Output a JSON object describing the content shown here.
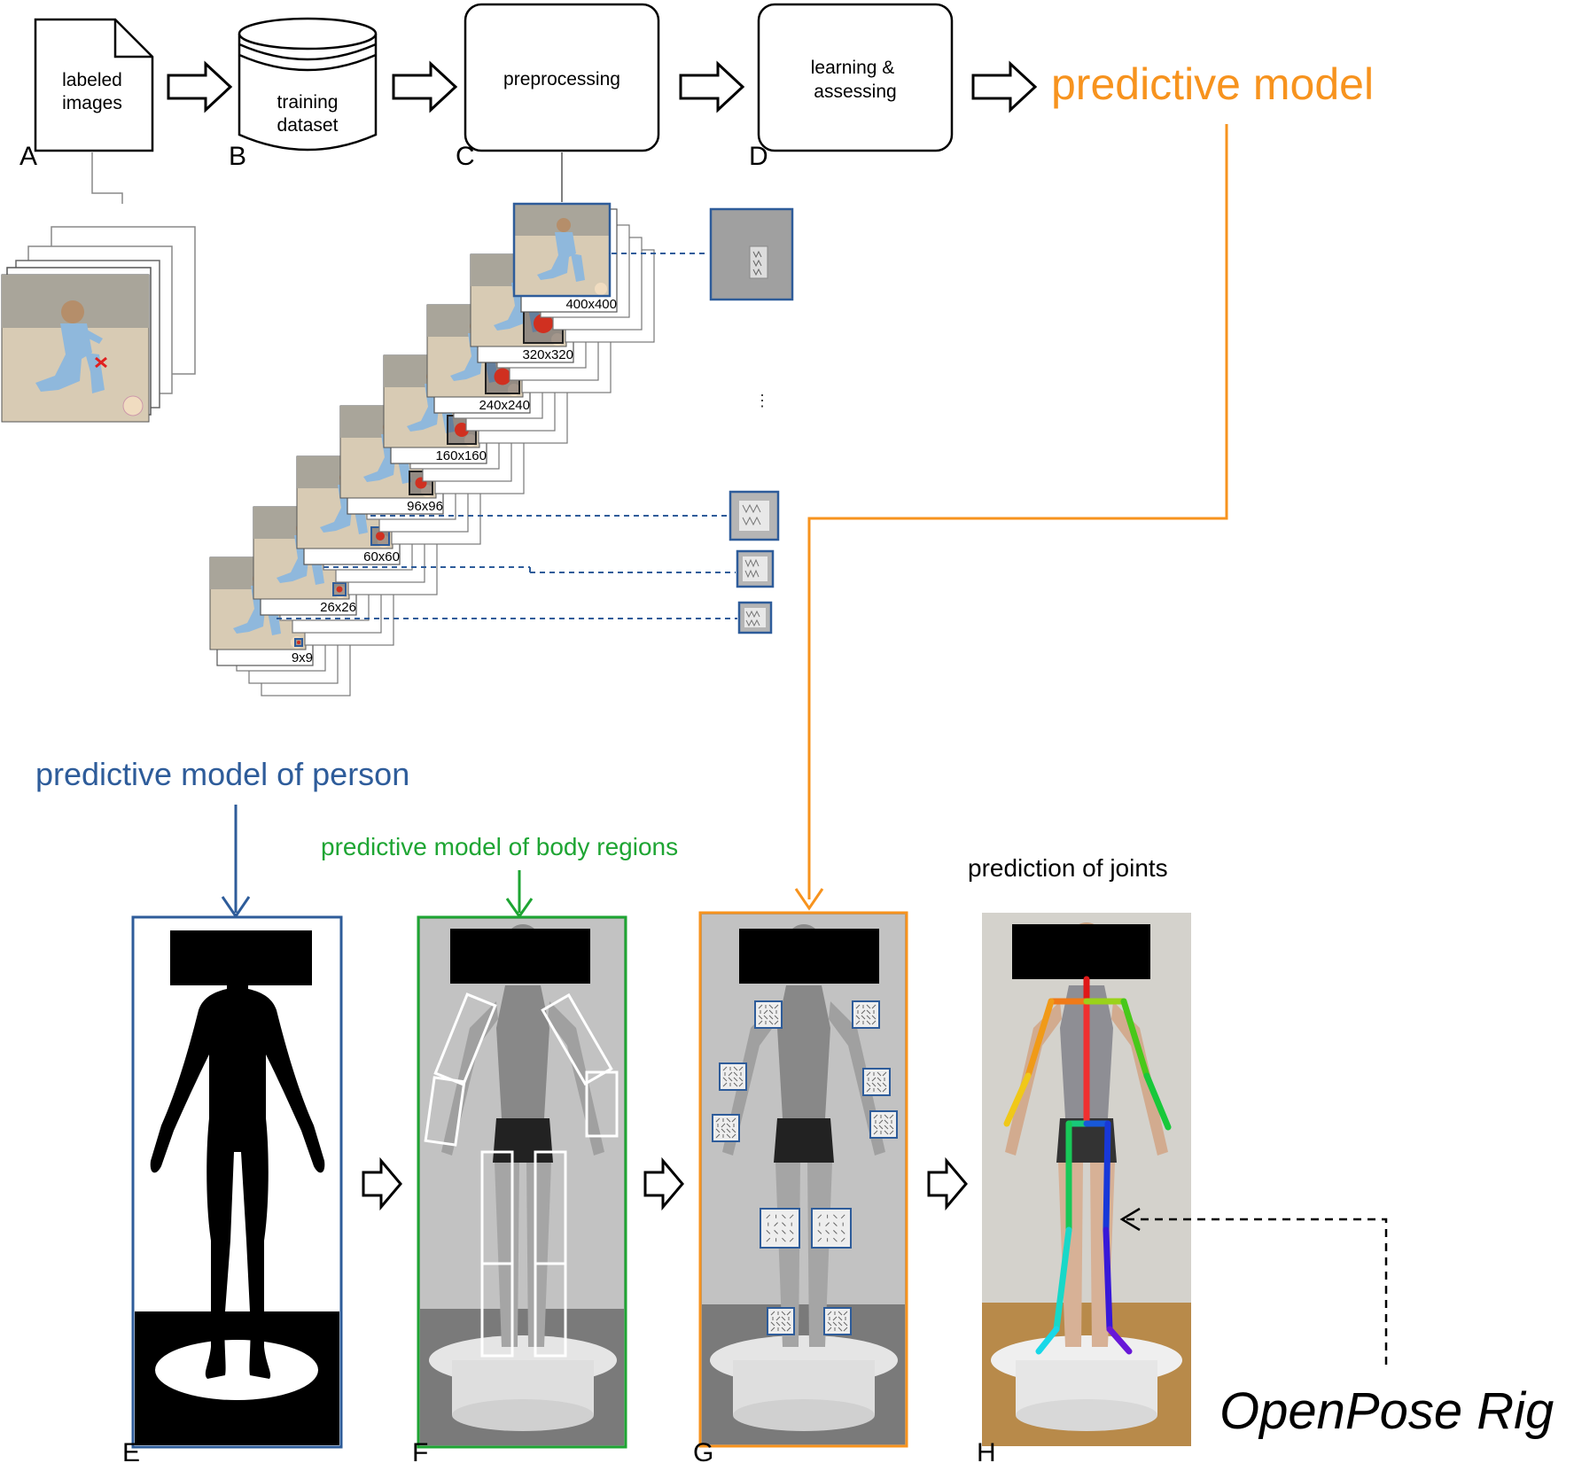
{
  "pipeline": {
    "labeled_images": [
      "labeled",
      "images"
    ],
    "training_dataset": [
      "training",
      "dataset"
    ],
    "preprocessing": "preprocessing",
    "learning": [
      "learning &",
      "assessing"
    ],
    "predictive_model": "predictive model"
  },
  "letters": {
    "a": "A",
    "b": "B",
    "c": "C",
    "d": "D",
    "e": "E",
    "f": "F",
    "g": "G",
    "h": "H"
  },
  "scales": [
    "400x400",
    "320x320",
    "240x240",
    "160x160",
    "96x96",
    "60x60",
    "26x26",
    "9x9"
  ],
  "ellipsis": "⋮",
  "bottom": {
    "person_model": "predictive model of person",
    "body_regions_model": "predictive model of body regions",
    "joints": "prediction of joints",
    "openpose": "OpenPose Rig"
  },
  "colors": {
    "orange": "#F7931E",
    "blue": "#2E5C9A",
    "green": "#1EA533",
    "black": "#000000"
  }
}
